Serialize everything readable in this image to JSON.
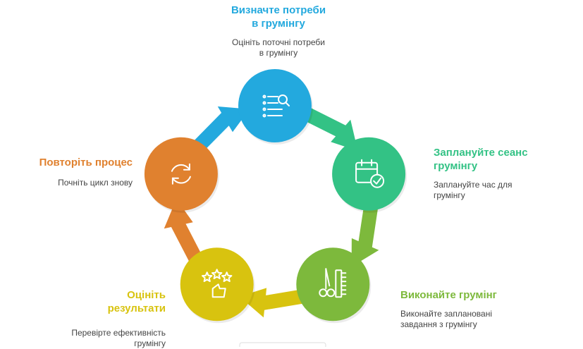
{
  "colors": {
    "blue": "#23a9de",
    "green": "#33c285",
    "lime": "#7db93c",
    "yellow": "#d8c30f",
    "orange": "#e0812f"
  },
  "steps": [
    {
      "title_lines": [
        "Визначте потреби",
        "в грумінгу"
      ],
      "desc_lines": [
        "Оцініть поточні потреби",
        "в грумінгу"
      ],
      "color": "#23a9de",
      "icon": "checklist-search-icon"
    },
    {
      "title_lines": [
        "Заплануйте сеанс",
        "грумінгу"
      ],
      "desc_lines": [
        "Заплануйте час для",
        "грумінгу"
      ],
      "color": "#33c285",
      "icon": "calendar-check-icon"
    },
    {
      "title_lines": [
        "Виконайте грумінг"
      ],
      "desc_lines": [
        "Виконайте заплановані",
        "завдання з грумінгу"
      ],
      "color": "#7db93c",
      "icon": "scissors-comb-icon"
    },
    {
      "title_lines": [
        "Оцініть",
        "результати"
      ],
      "desc_lines": [
        "Перевірте ефективність",
        "грумінгу"
      ],
      "color": "#d8c30f",
      "icon": "rating-stars-icon"
    },
    {
      "title_lines": [
        "Повторіть процес"
      ],
      "desc_lines": [
        "Почніть цикл знову"
      ],
      "color": "#e0812f",
      "icon": "repeat-cycle-icon"
    }
  ]
}
